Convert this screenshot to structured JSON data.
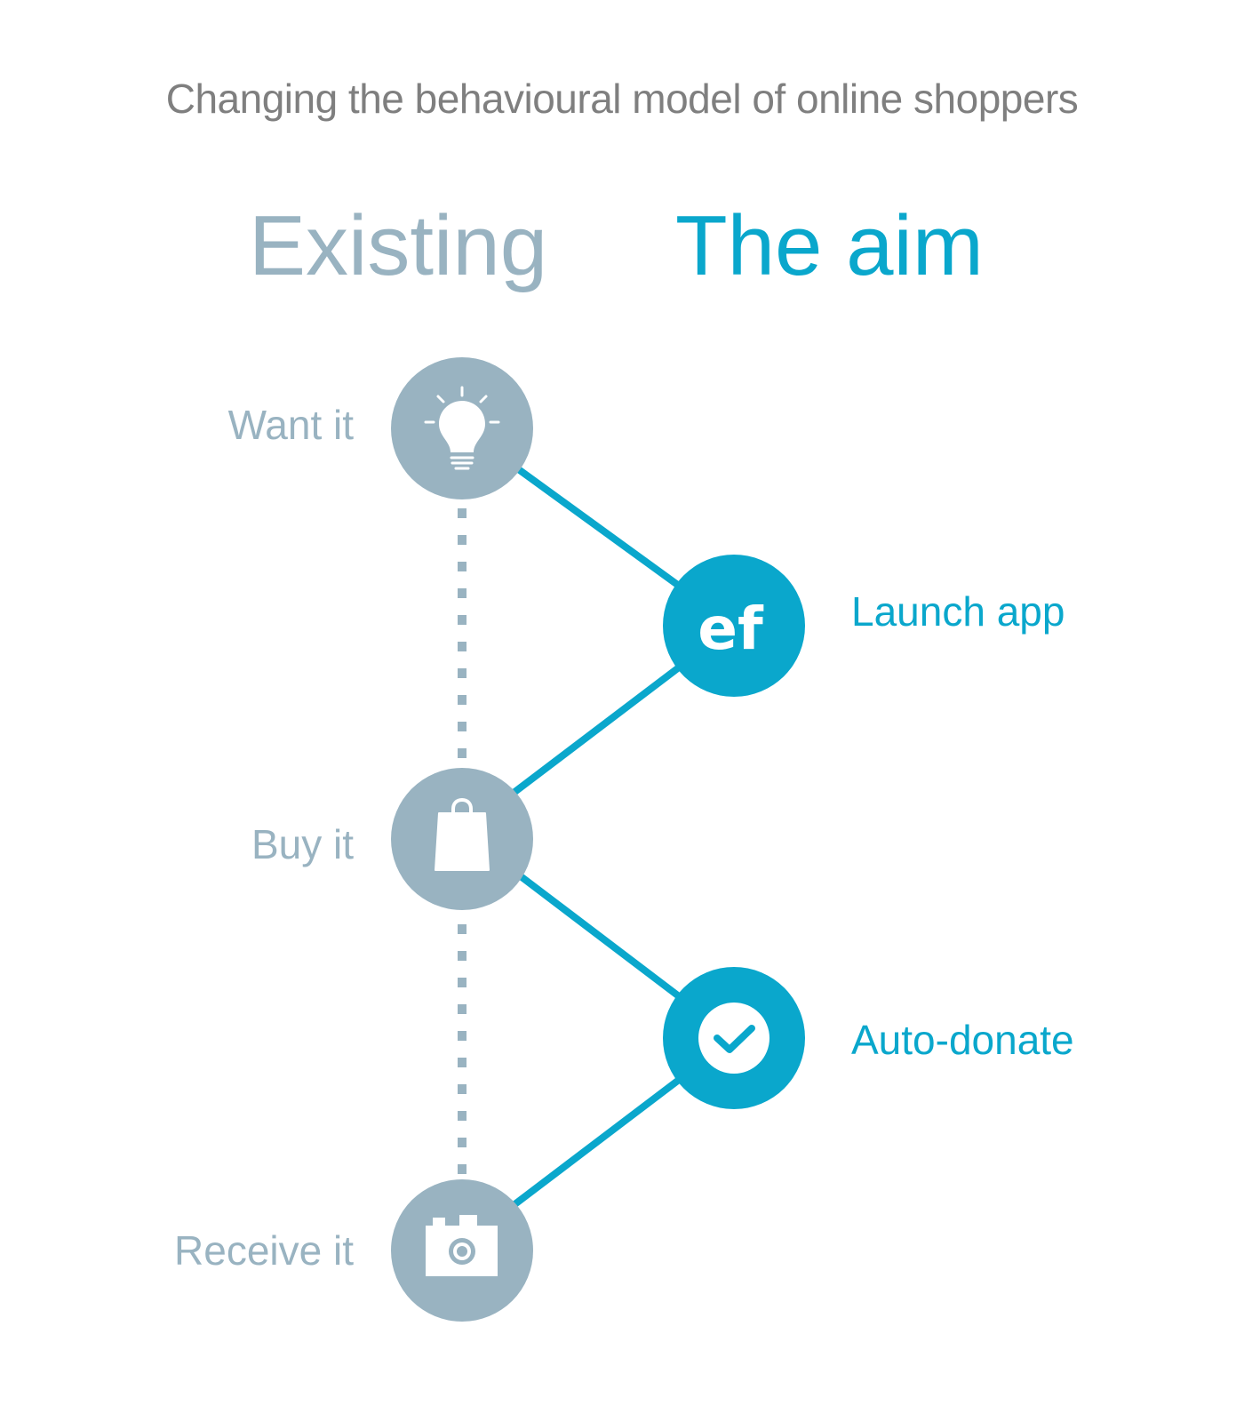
{
  "header": {
    "subtitle": "Changing the behavioural model of online shoppers",
    "existing_heading": "Existing",
    "aim_heading": "The aim"
  },
  "existing_steps": [
    {
      "label": "Want it",
      "icon": "lightbulb-icon"
    },
    {
      "label": "Buy it",
      "icon": "shopping-bag-icon"
    },
    {
      "label": "Receive it",
      "icon": "camera-icon"
    }
  ],
  "aim_steps": [
    {
      "label": "Launch app",
      "icon": "ef-logo-icon",
      "icon_text": "ef"
    },
    {
      "label": "Auto-donate",
      "icon": "checkmark-icon"
    }
  ],
  "colors": {
    "existing": "#99b3c1",
    "aim": "#0aa7cc",
    "subtitle": "#7f7f7f",
    "background": "#ffffff"
  }
}
